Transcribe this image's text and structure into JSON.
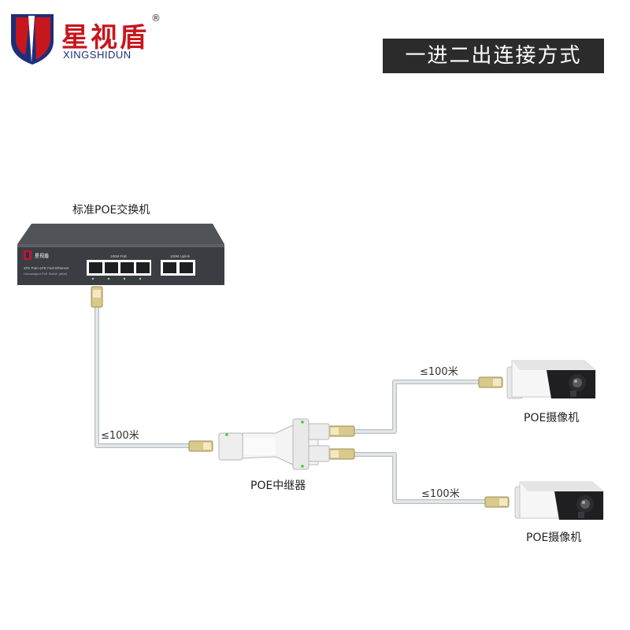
{
  "brand": {
    "name": "星视盾",
    "name_en": "XINGSHIDUN",
    "registered_mark": "®"
  },
  "title": "一进二出连接方式",
  "devices": {
    "switch": {
      "label": "标准POE交换机",
      "panel_text_1": "4FE PoE+1FE Fast Ethernet",
      "panel_text_2": "Unmanaged PoE Switch (af/at)",
      "poe_group_label": "100M PoE",
      "uplink_group_label": "100M Uplink"
    },
    "repeater": {
      "label": "POE中继器"
    },
    "camera_1": {
      "label": "POE摄像机"
    },
    "camera_2": {
      "label": "POE摄像机"
    }
  },
  "cables": {
    "switch_to_repeater": "≤100米",
    "repeater_to_camera_1": "≤100米",
    "repeater_to_camera_2": "≤100米"
  },
  "colors": {
    "brand_red": "#c8161d",
    "brand_blue": "#1c2f7a",
    "title_bg": "#2b2b2b",
    "switch_body": "#3a3d42",
    "cable": "#d8dde0"
  }
}
